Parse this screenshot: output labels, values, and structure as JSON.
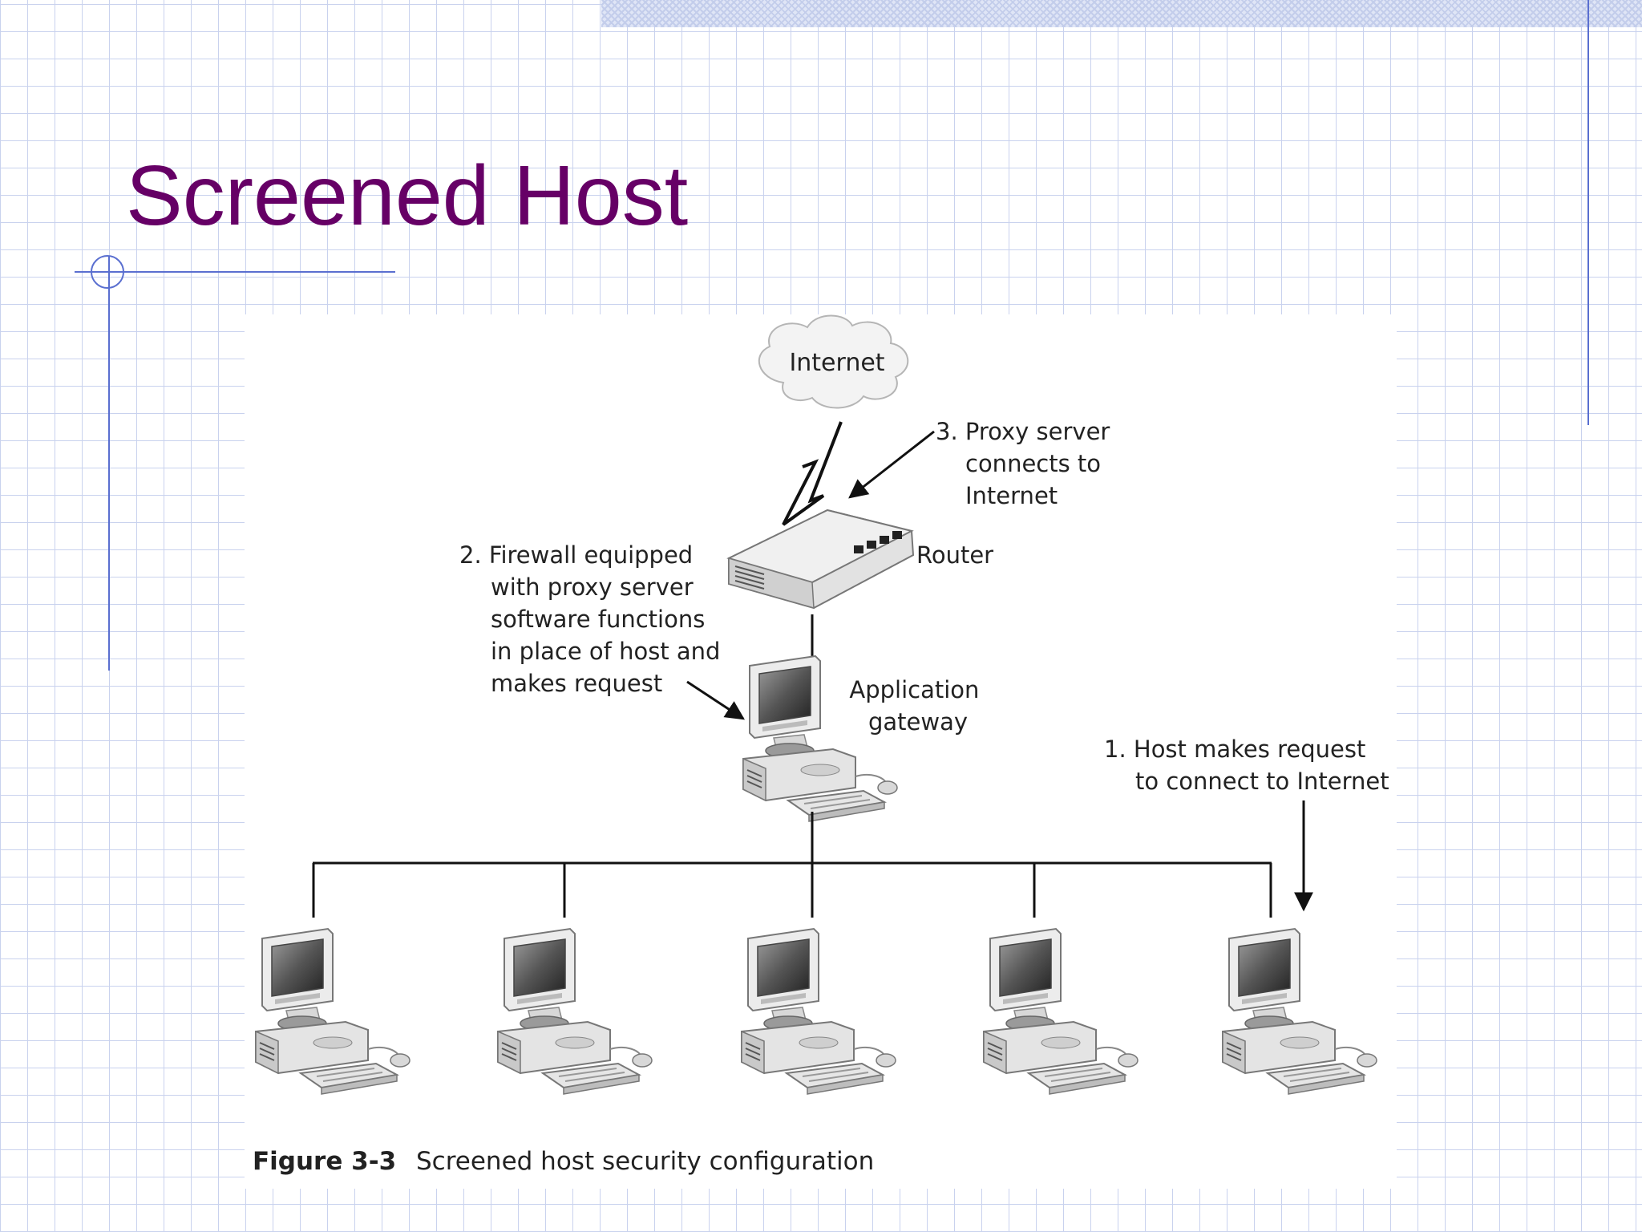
{
  "slide": {
    "title": "Screened Host"
  },
  "diagram": {
    "internet_label": "Internet",
    "router_label": "Router",
    "gateway_label": [
      "Application",
      "gateway"
    ],
    "step1": [
      "1. Host makes request",
      "to connect to Internet"
    ],
    "step2": [
      "2. Firewall equipped",
      "with proxy server",
      "software functions",
      "in place of host and",
      "makes request"
    ],
    "step3": [
      "3. Proxy server",
      "connects to",
      "Internet"
    ]
  },
  "caption": {
    "figure": "Figure 3-3",
    "text": "Screened host security configuration"
  }
}
